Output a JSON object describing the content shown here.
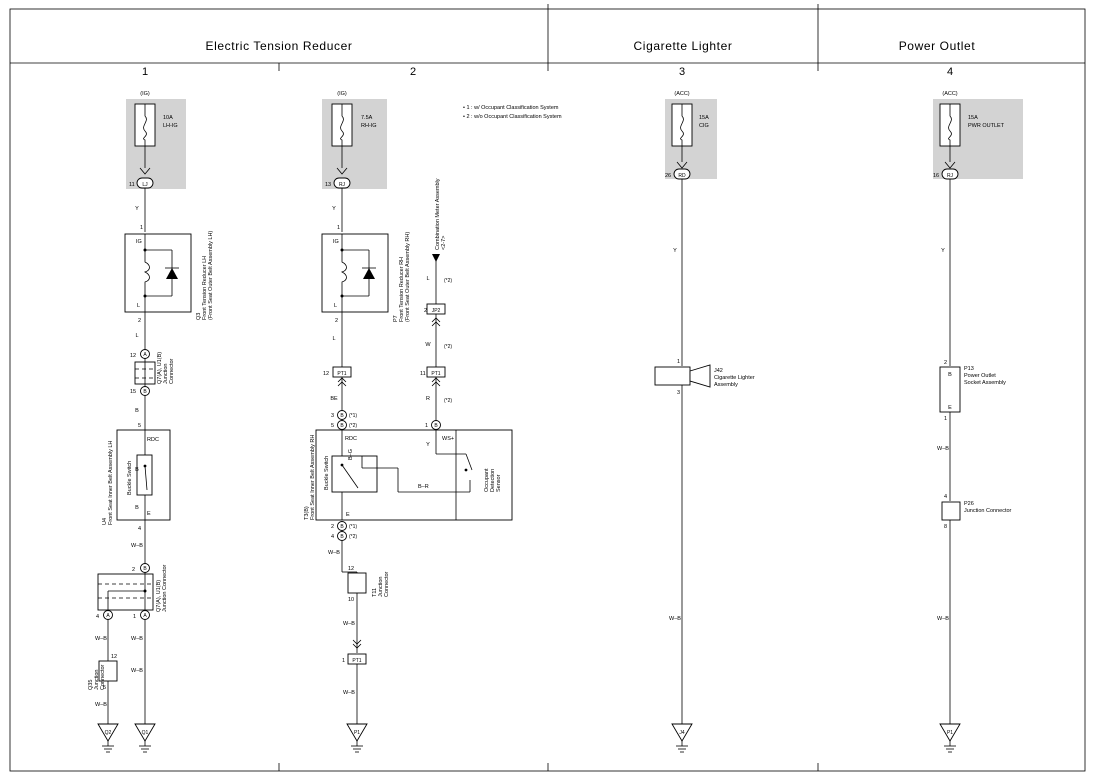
{
  "header": {
    "sections": [
      {
        "title": "Electric Tension Reducer"
      },
      {
        "title": "Cigarette Lighter"
      },
      {
        "title": "Power Outlet"
      }
    ],
    "columns": [
      "1",
      "2",
      "3",
      "4"
    ]
  },
  "notes": [
    "• 1 : w/ Occupant Classification System",
    "• 2 : w/o Occupant Classification System"
  ],
  "fuses": [
    {
      "supply": "(IG)",
      "rating": "10A",
      "name": "LH-IG",
      "pin": "11",
      "connector": "LJ"
    },
    {
      "supply": "(IG)",
      "rating": "7.5A",
      "name": "RH-IG",
      "pin": "13",
      "connector": "RJ"
    },
    {
      "supply": "(ACC)",
      "rating": "15A",
      "name": "CIG",
      "pin": "26",
      "connector": "RD"
    },
    {
      "supply": "(ACC)",
      "rating": "15A",
      "name": "PWR OUTLET",
      "pin": "16",
      "connector": "RJ"
    }
  ],
  "col1": {
    "wire_y": "Y",
    "tr_pin_top": "1",
    "tr_ig": "IG",
    "tr_l": "L",
    "tr_pin_bot": "2",
    "tr_label": [
      "Q3",
      "Front Tension Reducer LH",
      "(Front Seat Outer Belt Assembly LH)"
    ],
    "wire_l": "L",
    "jc_pin_top": "12",
    "jc_conn_top": "A",
    "jc_label": [
      "Q7(A), U1(B)",
      "Junction",
      "Connector"
    ],
    "jc_pin_bot": "15",
    "jc_conn_bot": "B",
    "wire_b1": "B",
    "bk_pin_top": "5",
    "bk_rdc": "RDC",
    "bk_switch": "Buckle Switch",
    "bk_e": "E",
    "bk_pin_bot": "4",
    "bk_label": [
      "U4",
      "Front Seat Inner Belt Assembly LH"
    ],
    "wire_b2": "B",
    "wire_b3": "B",
    "wire_wb1": "W–B",
    "j2_pin_top": "2",
    "j2_conn_top": "B",
    "j2_label": [
      "Q7(A), U1(B)",
      "Junction Connector"
    ],
    "j2_pin_l": "4",
    "j2_conn_l": "A",
    "j2_pin_r": "1",
    "j2_conn_r": "A",
    "wire_wb2": "W–B",
    "wire_wb3": "W–B",
    "q35_pin_top": "12",
    "q35_pin_bot": "5",
    "q35_label": [
      "Q35",
      "Junction",
      "Connector"
    ],
    "wire_wb4": "W–B",
    "wire_wb5": "W–B",
    "gnd_l": "Q2",
    "gnd_r": "Q1"
  },
  "col2": {
    "wire_y": "Y",
    "tr_pin_top": "1",
    "tr_ig": "IG",
    "tr_l": "L",
    "tr_pin_bot": "2",
    "tr_label": [
      "P7",
      "Front Tension Reducer RH",
      "(Front Seat Outer Belt Assembly RH)"
    ],
    "wire_l": "L",
    "pt1_pin_a": "12",
    "pt1_name": "PT1",
    "wire_be": "BE",
    "meter_label": [
      "Combination Meter Assembly",
      "<2-7>"
    ],
    "wire_l2": "L",
    "mark_2a": "(*2)",
    "jp2_pin": "2",
    "jp2_name": "JP2",
    "wire_w": "W",
    "mark_2b": "(*2)",
    "pt1_pin_b": "11",
    "pt1_name_b": "PT1",
    "wire_r": "R",
    "mark_2c": "(*2)",
    "pin_3": "3",
    "conn_3": "B",
    "mark_3": "(*1)",
    "pin_5": "5",
    "conn_5": "B",
    "mark_5": "(*2)",
    "pin_1": "1",
    "conn_1": "B",
    "bk_rdc": "RDC",
    "bk_wsplus": "WS+",
    "wire_bg": "B–G",
    "wire_y2": "Y",
    "wire_br": "B–R",
    "bk_switch": "Buckle Switch",
    "sensor_label": [
      "Occupant",
      "Detection",
      "Sensor"
    ],
    "bk_e": "E",
    "bk_label": [
      "T3(B)",
      "Front Seat Inner Belt Assembly RH"
    ],
    "pin_2": "2",
    "conn_2": "B",
    "mark_2": "(*1)",
    "pin_4": "4",
    "conn_4": "B",
    "mark_4": "(*2)",
    "wire_wb1": "W–B",
    "t11_pin_top": "12",
    "t11_pin_bot": "10",
    "t11_label": [
      "T11",
      "Junction",
      "Connector"
    ],
    "wire_wb2": "W–B",
    "pt1_pin_c": "1",
    "pt1_name_c": "PT1",
    "wire_wb3": "W–B",
    "gnd": "P1"
  },
  "col3": {
    "wire_y": "Y",
    "pin_top": "1",
    "pin_bot": "3",
    "label": [
      "J42",
      "Cigarette Lighter",
      "Assembly"
    ],
    "wire_wb": "W–B",
    "gnd": "J4"
  },
  "col4": {
    "wire_y": "Y",
    "pin_top": "2",
    "b": "B",
    "e": "E",
    "pin_bot": "1",
    "label": [
      "P13",
      "Power Outlet",
      "Socket Assembly"
    ],
    "wire_wb1": "W–B",
    "jc_pin_top": "4",
    "jc_pin_bot": "8",
    "jc_label": [
      "P26",
      "Junction Connector"
    ],
    "wire_wb2": "W–B",
    "gnd": "P1"
  }
}
